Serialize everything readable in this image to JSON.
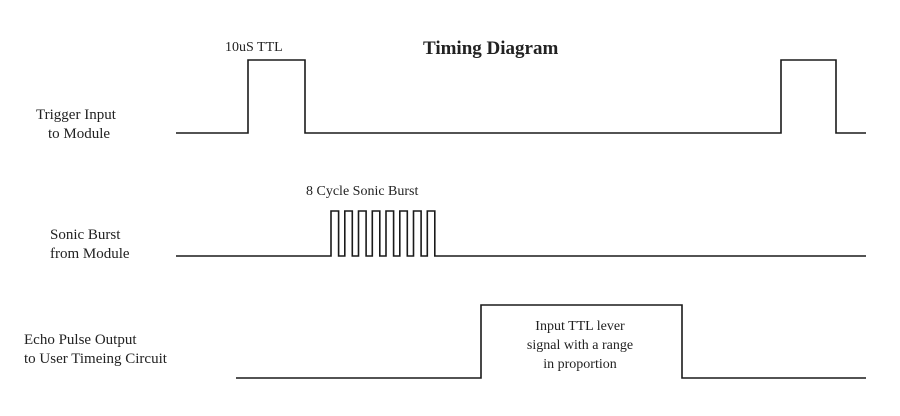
{
  "title": "Timing Diagram",
  "signals": [
    {
      "label": [
        "Trigger Input",
        "to Module"
      ]
    },
    {
      "label": [
        "Sonic Burst",
        "from Module"
      ]
    },
    {
      "label": [
        "Echo Pulse Output",
        "to User Timeing Circuit"
      ]
    }
  ],
  "annotations": {
    "trigger_pulse": "10uS TTL",
    "burst": "8 Cycle Sonic Burst",
    "echo": [
      "Input TTL lever",
      "signal with a range",
      "in proportion"
    ]
  },
  "burst_cycles": 8
}
